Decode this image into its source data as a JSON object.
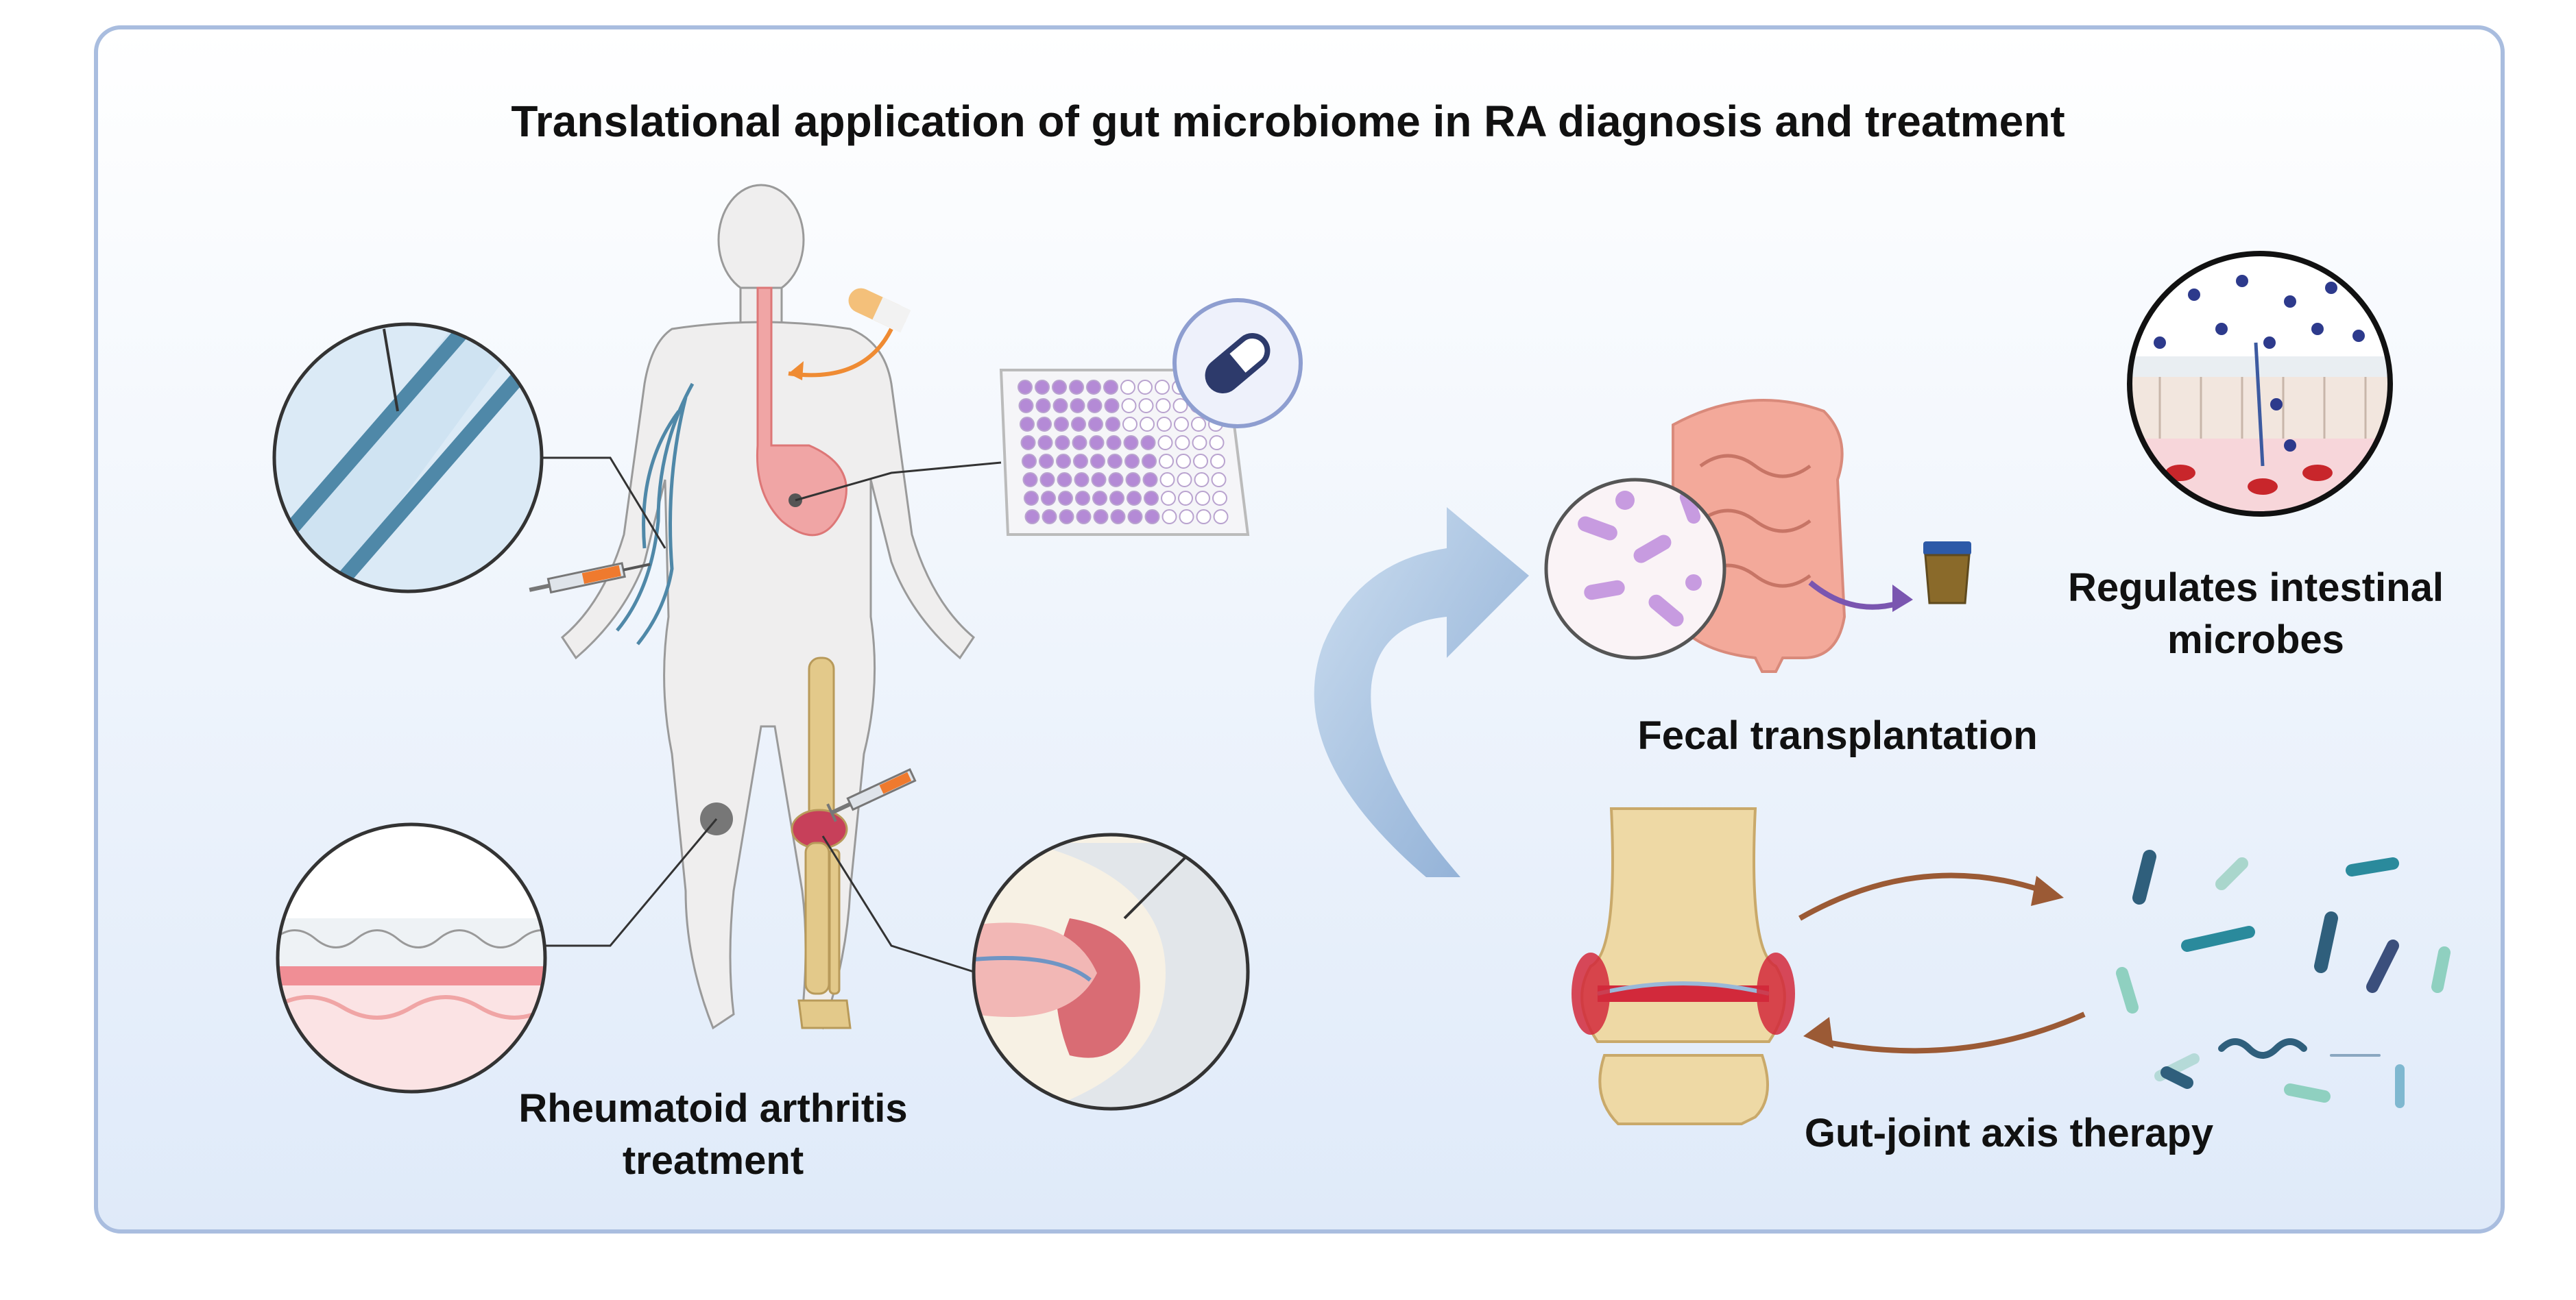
{
  "title": "Translational application of gut microbiome in RA diagnosis and treatment",
  "labels": {
    "ra_line1": "Rheumatoid arthritis",
    "ra_line2": "treatment",
    "fecal": "Fecal transplantation",
    "reg_line1": "Regulates intestinal",
    "reg_line2": "microbes",
    "gut_joint": "Gut-joint axis therapy"
  },
  "colors": {
    "panel_border": "#a9bddf",
    "panel_top": "#ffffff",
    "panel_bottom": "#dfeaf9",
    "vein": "#4f88a8",
    "skin": "#f0efef",
    "pink": "#f0a5a5",
    "bone": "#e3c98a",
    "purple": "#a37bc7",
    "arrow_brown": "#9b5a35",
    "arrow_blue": "#9db9d9"
  },
  "icons": [
    "human-figure-icon",
    "capsule-icon",
    "syringe-icon",
    "well-plate-icon",
    "intestine-icon",
    "stool-cup-icon",
    "knee-joint-icon",
    "bacteria-icon"
  ]
}
